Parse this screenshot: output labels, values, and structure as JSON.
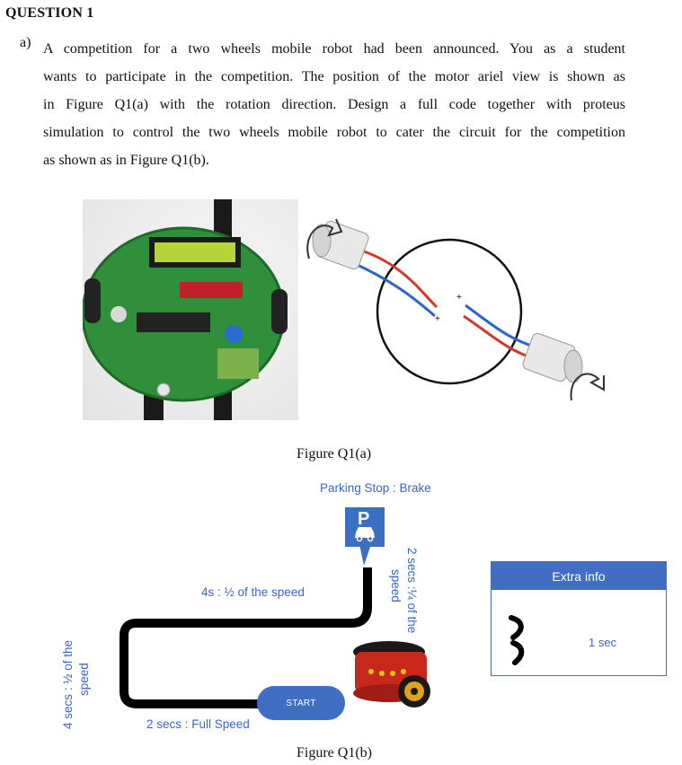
{
  "document": {
    "heading": "QUESTION 1",
    "question_label": "a)",
    "question_lines": [
      "A competition for a two wheels mobile robot had been announced. You as a student",
      "wants to participate in the competition. The position of the motor ariel view is shown as",
      "in Figure Q1(a) with the rotation direction. Design a full code together with proteus",
      "simulation to control the two wheels mobile robot to cater the circuit for the competition",
      "as shown as in Figure Q1(b)."
    ],
    "figure_a_caption": "Figure Q1(a)",
    "figure_b_caption": "Figure Q1(b)"
  },
  "figure_b": {
    "parking_label": "Parking Stop : Brake",
    "parking_sign_letter": "P",
    "segment_top": "4s : ½ of the speed",
    "segment_right": "2 secs :¼ of the speed",
    "segment_right_line1": "2 secs :¼ of the",
    "segment_right_line2": "speed",
    "segment_left_line1": "4 secs : ½ of the",
    "segment_left_line2": "speed",
    "segment_bottom": "2 secs : Full Speed",
    "start_label": "START"
  },
  "extra_info": {
    "title": "Extra info",
    "value": "1 sec"
  },
  "colors": {
    "accent_blue": "#3f6ec2",
    "label_blue": "#3a66c4",
    "track": "#000000",
    "pcb_green": "#2f8f3a",
    "wire_red": "#d23a2c",
    "wire_blue": "#2d64c9"
  }
}
